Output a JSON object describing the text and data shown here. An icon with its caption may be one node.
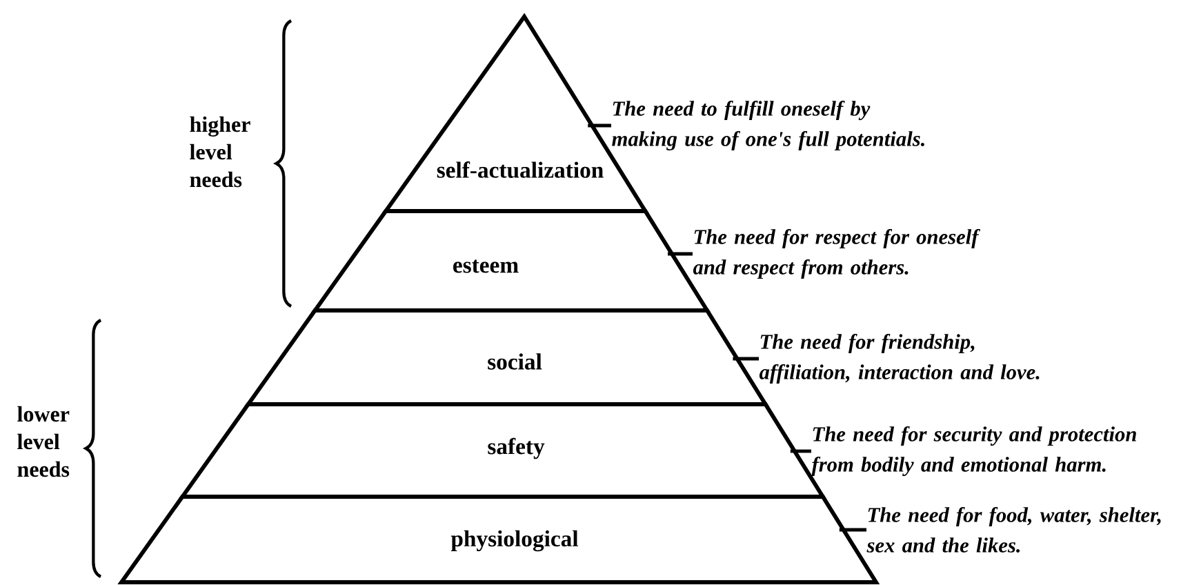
{
  "diagram": {
    "nodes": [
      {
        "text": [
          "self-actualization"
        ]
      },
      {
        "text": [
          "esteem"
        ]
      },
      {
        "text": [
          "social"
        ]
      },
      {
        "text": [
          "safety"
        ]
      },
      {
        "text": [
          "physiological"
        ]
      },
      {
        "text": [
          "The need to fulfill oneself by making use of one's full potentials."
        ]
      },
      {
        "text": [
          "The need for respect for oneself and respect from others."
        ]
      },
      {
        "text": [
          "The need for friendship, affiliation, interaction and love."
        ]
      },
      {
        "text": [
          "The need for security and protection from bodily and emotional harm."
        ]
      },
      {
        "text": [
          "The need for food, water, shelter, sex and the likes."
        ]
      }
    ],
    "edges": [
      {
        "from": 5,
        "to": 0,
        "arrow": "none"
      },
      {
        "from": 6,
        "to": 1,
        "arrow": "none"
      },
      {
        "from": 7,
        "to": 2,
        "arrow": "none"
      },
      {
        "from": 8,
        "to": 3,
        "arrow": "none"
      },
      {
        "from": 9,
        "to": 4,
        "arrow": "none"
      }
    ],
    "labels": [
      "higher level needs",
      "lower level needs"
    ]
  }
}
